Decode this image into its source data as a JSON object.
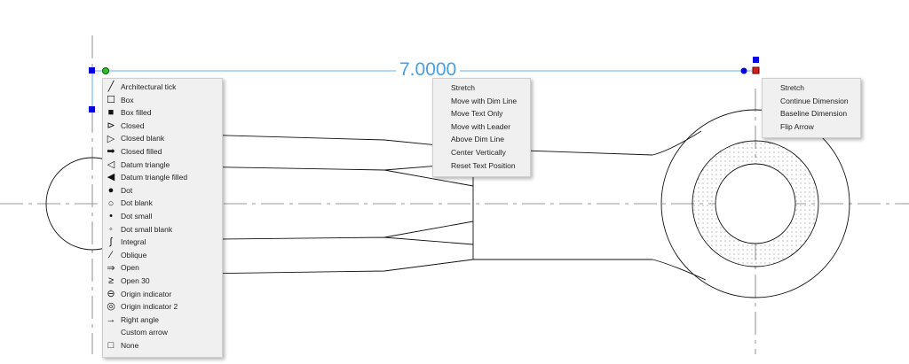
{
  "dimension": {
    "value": "7.0000"
  },
  "arrow_menu": {
    "items": [
      {
        "label": "Architectural tick",
        "icon": "architectural-tick-icon",
        "glyph": "╱"
      },
      {
        "label": "Box",
        "icon": "box-icon",
        "glyph": "☐"
      },
      {
        "label": "Box filled",
        "icon": "box-filled-icon",
        "glyph": "■"
      },
      {
        "label": "Closed",
        "icon": "closed-arrow-icon",
        "glyph": "⊳"
      },
      {
        "label": "Closed blank",
        "icon": "closed-blank-arrow-icon",
        "glyph": "▷"
      },
      {
        "label": "Closed filled",
        "icon": "closed-filled-arrow-icon",
        "glyph": "➡"
      },
      {
        "label": "Datum triangle",
        "icon": "datum-triangle-icon",
        "glyph": "◁"
      },
      {
        "label": "Datum triangle filled",
        "icon": "datum-triangle-filled-icon",
        "glyph": "◀"
      },
      {
        "label": "Dot",
        "icon": "dot-icon",
        "glyph": "●"
      },
      {
        "label": "Dot blank",
        "icon": "dot-blank-icon",
        "glyph": "○"
      },
      {
        "label": "Dot small",
        "icon": "dot-small-icon",
        "glyph": "•"
      },
      {
        "label": "Dot small blank",
        "icon": "dot-small-blank-icon",
        "glyph": "◦"
      },
      {
        "label": "Integral",
        "icon": "integral-icon",
        "glyph": "∫"
      },
      {
        "label": "Oblique",
        "icon": "oblique-icon",
        "glyph": "∕"
      },
      {
        "label": "Open",
        "icon": "open-arrow-icon",
        "glyph": "⇒"
      },
      {
        "label": "Open 30",
        "icon": "open-30-arrow-icon",
        "glyph": "≥"
      },
      {
        "label": "Origin indicator",
        "icon": "origin-indicator-icon",
        "glyph": "⊖"
      },
      {
        "label": "Origin indicator 2",
        "icon": "origin-indicator-2-icon",
        "glyph": "◎"
      },
      {
        "label": "Right angle",
        "icon": "right-angle-icon",
        "glyph": "→"
      },
      {
        "label": "Custom arrow",
        "icon": "",
        "glyph": ""
      },
      {
        "label": "None",
        "icon": "none-icon",
        "glyph": "□"
      }
    ]
  },
  "text_menu": {
    "items": [
      "Stretch",
      "Move with Dim Line",
      "Move Text Only",
      "Move with Leader",
      "Above Dim Line",
      "Center Vertically",
      "Reset Text Position"
    ]
  },
  "grip_menu": {
    "items": [
      "Stretch",
      "Continue Dimension",
      "Baseline Dimension",
      "Flip Arrow"
    ]
  },
  "colors": {
    "dim": "#4a9fe0",
    "grip": "#0000e0",
    "hot_grip": "#d02020"
  }
}
